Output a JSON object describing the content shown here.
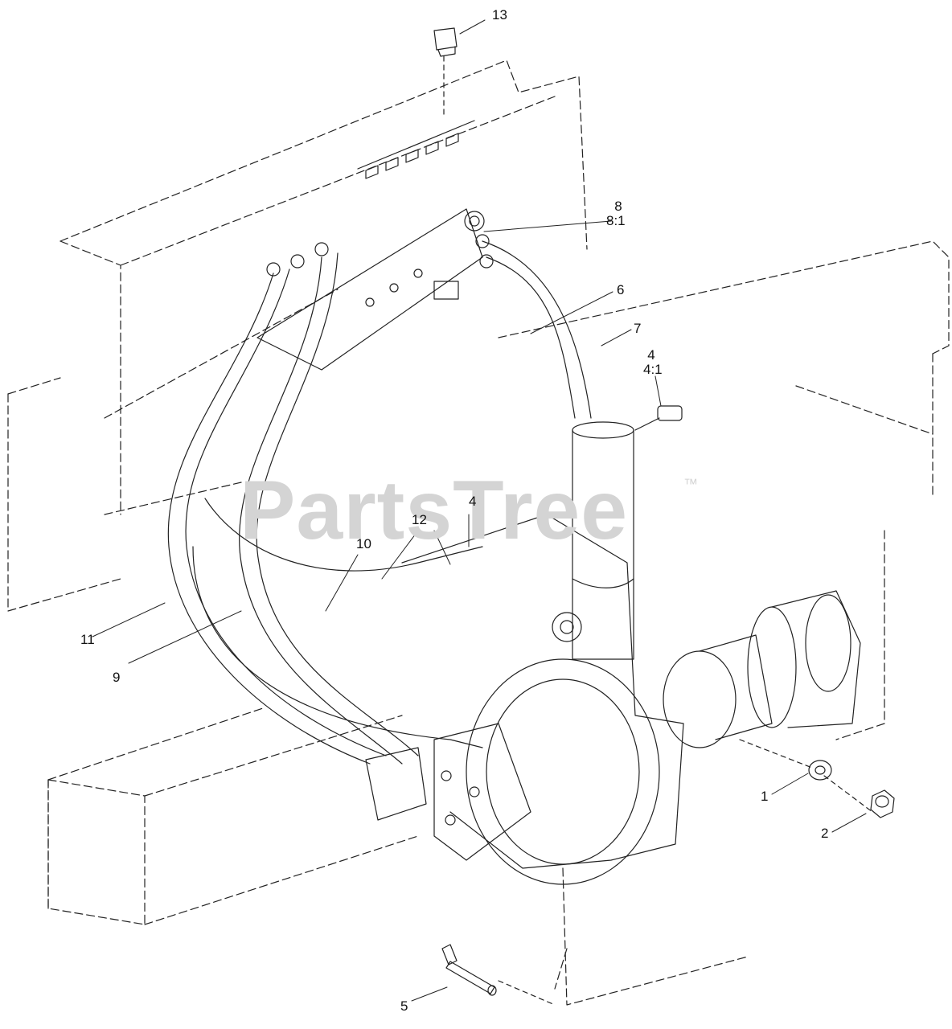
{
  "watermark": {
    "text": "PartsTree",
    "trademark": "™"
  },
  "callouts": {
    "c13": "13",
    "c8": "8",
    "c8_1": "8:1",
    "c6": "6",
    "c7": "7",
    "c4a": "4",
    "c4a_1": "4:1",
    "c4b": "4",
    "c12": "12",
    "c10": "10",
    "c11": "11",
    "c9": "9",
    "c1": "1",
    "c2": "2",
    "c5": "5"
  }
}
